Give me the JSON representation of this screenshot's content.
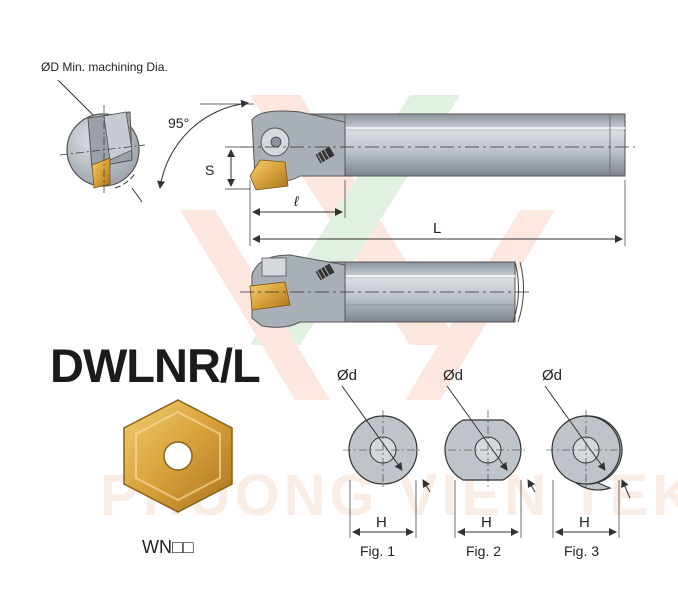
{
  "diagram": {
    "min_dia_label": "ØD Min. machining Dia.",
    "angle_label": "95°",
    "s_label": "S",
    "l_small_label": "ℓ",
    "L_label": "L",
    "model_name": "DWLNR/L",
    "insert_label": "WN□□",
    "d_label": "Ød",
    "h_label": "H",
    "figures": [
      "Fig. 1",
      "Fig. 2",
      "Fig. 3"
    ],
    "watermark": "PHUONG VIEN TEK",
    "colors": {
      "steel": "#b9bec6",
      "steel_dark": "#7f8792",
      "gold": "#d6a23c",
      "line": "#333333"
    }
  }
}
